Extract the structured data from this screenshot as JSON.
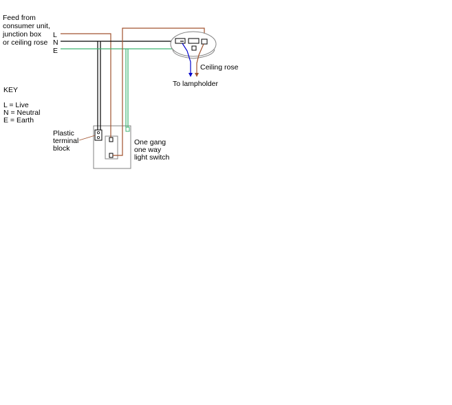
{
  "feed": {
    "lines": [
      "Feed from",
      "consumer unit,",
      "junction box",
      "or ceiling rose"
    ]
  },
  "conductors": {
    "live": "L",
    "neutral": "N",
    "earth": "E"
  },
  "key": {
    "title": "KEY",
    "lines": [
      "L = Live",
      "N = Neutral",
      "E = Earth"
    ]
  },
  "labels": {
    "terminal_block": [
      "Plastic",
      "terminal",
      "block"
    ],
    "switch": [
      "One gang",
      "one way",
      "light switch"
    ],
    "ceiling_rose": "Ceiling rose",
    "lampholder": "To lampholder"
  },
  "colors": {
    "live": "#a0522d",
    "neutral": "#000000",
    "earth": "#3cb371",
    "switched_live": "#a0522d",
    "lamp_neutral": "#0000cd",
    "outline": "#808080"
  }
}
